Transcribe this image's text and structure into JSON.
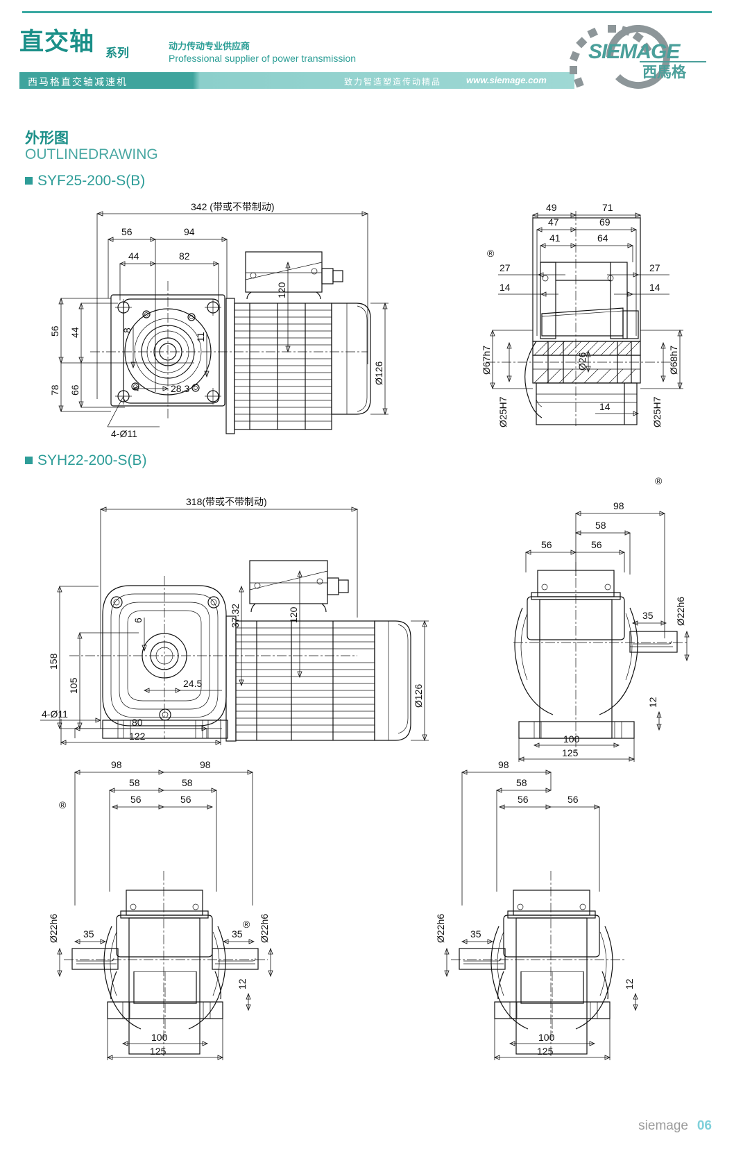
{
  "header": {
    "brand_cn": "直交轴",
    "brand_series": "系列",
    "tagline_cn": "动力传动专业供应商",
    "tagline_en": "Professional supplier of power transmission",
    "band_label": "西马格直交轴减速机",
    "band_slogan": "致力智造塑造传动精品",
    "band_url": "www.siemage.com",
    "logo_name": "SIEMAGE",
    "logo_cn": "西馬格"
  },
  "section": {
    "title_cn": "外形图",
    "title_en": "OUTLINEDRAWING"
  },
  "models": {
    "model1": "SYF25-200-S(B)",
    "model2": "SYH22-200-S(B)"
  },
  "drawing1": {
    "overall_length": "342 (带或不带制动)",
    "d_56": "56",
    "d_94": "94",
    "d_44": "44",
    "d_82": "82",
    "v_56": "56",
    "v_44": "44",
    "v_78": "78",
    "v_66": "66",
    "d_8": "8",
    "d_11": "11",
    "d_283": "28.3",
    "d_120": "120",
    "dia_126": "Ø126",
    "hole_note": "4-Ø11",
    "right": {
      "d_49": "49",
      "d_71": "71",
      "d_47": "47",
      "d_69": "69",
      "d_41": "41",
      "d_64": "64",
      "d_27_left": "27",
      "d_27_right": "27",
      "d_14_left": "14",
      "d_14_right": "14",
      "d_14_bottom": "14",
      "dia_67h7": "Ø67h7",
      "dia_68h7": "Ø68h7",
      "dia_26": "Ø26",
      "dia_25h7_left": "Ø25H7",
      "dia_25h7_right": "Ø25H7"
    }
  },
  "drawing2": {
    "overall_length": "318(带或不带制动)",
    "v_158": "158",
    "v_105": "105",
    "d_6": "6",
    "d_245": "24.5",
    "d_3732": "37.32",
    "d_120": "120",
    "dia_126": "Ø126",
    "hole_note": "4-Ø11",
    "d_80": "80",
    "d_122": "122",
    "right": {
      "d_98": "98",
      "d_58": "58",
      "d_56_left": "56",
      "d_56_right": "56",
      "d_35": "35",
      "dia_22h6": "Ø22h6",
      "d_12": "12",
      "d_100": "100",
      "d_125": "125"
    }
  },
  "drawing3": {
    "d_98_left": "98",
    "d_98_right": "98",
    "d_58_left": "58",
    "d_58_right": "58",
    "d_56_left": "56",
    "d_56_right": "56",
    "d_35_left": "35",
    "d_35_right": "35",
    "dia_22h6_left": "Ø22h6",
    "dia_22h6_right": "Ø22h6",
    "d_12": "12",
    "d_100": "100",
    "d_125": "125"
  },
  "drawing4": {
    "d_98": "98",
    "d_58": "58",
    "d_56_left": "56",
    "d_56_right": "56",
    "d_35": "35",
    "dia_22h6": "Ø22h6",
    "d_12": "12",
    "d_100": "100",
    "d_125": "125"
  },
  "footer": {
    "name": "siemage",
    "page": "06"
  },
  "colors": {
    "teal": "#1a8f88",
    "teal_light": "#4aa8a3",
    "band": "#3fa49d",
    "logo": "#4a9f9a",
    "page_num": "#7fd0da"
  }
}
